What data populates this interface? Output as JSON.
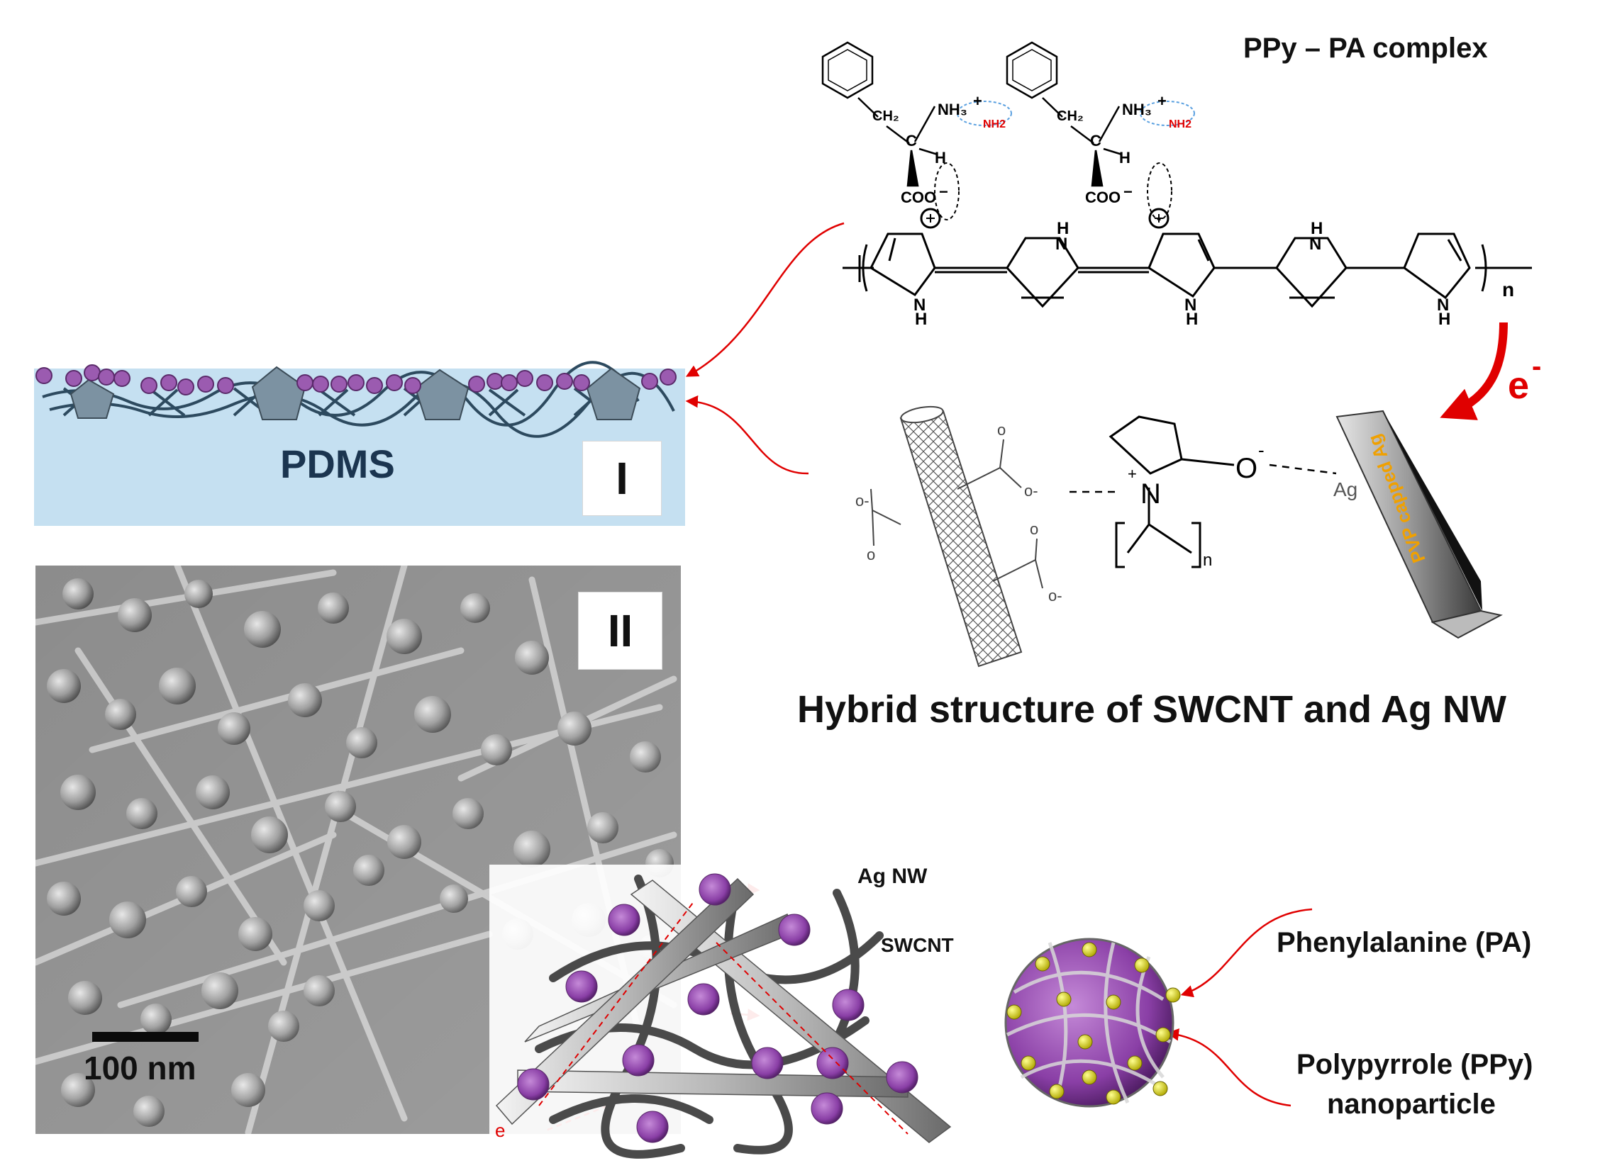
{
  "labels": {
    "ppy_pa_complex": "PPy – PA complex",
    "pdms": "PDMS",
    "panel_i": "I",
    "panel_ii": "II",
    "hybrid_title": "Hybrid structure of SWCNT and Ag NW",
    "scale_bar": "100 nm",
    "ag_nw": "Ag NW",
    "swcnt": "SWCNT",
    "phenylalanine": "Phenylalanine (PA)",
    "polypyrrole_line1": "Polypyrrole (PPy)",
    "polypyrrole_line2": "nanoparticle",
    "electron_main": "e",
    "electron_superscript": "-",
    "electron_small": "e",
    "pvp_capped_ag": "PVP capped Ag",
    "ag_atom": "Ag"
  },
  "chem": {
    "ch2": "CH₂",
    "nh3": "NH₃",
    "plus": "+",
    "nh2": "NH2",
    "c": "C",
    "h": "H",
    "coo": "COO",
    "minus": "−",
    "n": "N",
    "nh_n": "N",
    "nh_h": "H",
    "repeat_n": "n",
    "o_minus": "O",
    "o_charge": "-",
    "n_plus": "+",
    "carboxyl_o": "o",
    "carboxyl_ominus": "o-"
  },
  "colors": {
    "pdms_blue": "#c5e0f1",
    "arrow_red": "#e00000",
    "ppy_purple": "#8a3fa6",
    "pa_yellow": "#e8e000",
    "nh2_red": "#e00000",
    "ag_label_orange": "#f0a000"
  }
}
